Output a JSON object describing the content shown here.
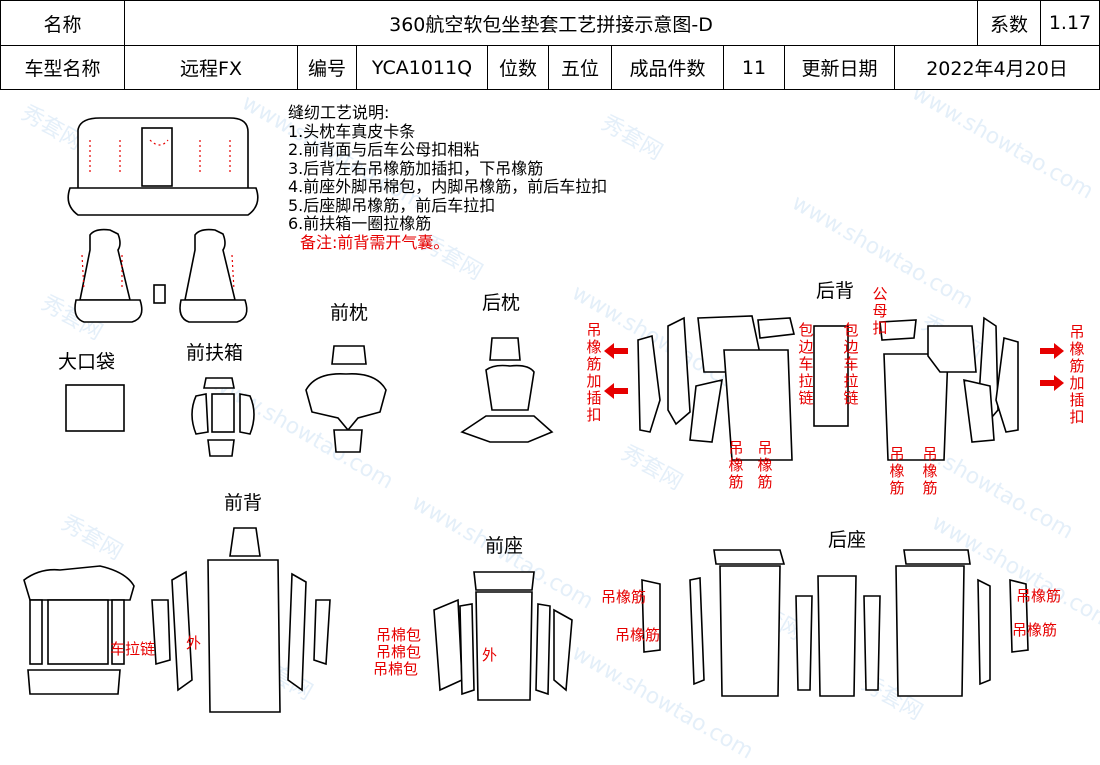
{
  "header": {
    "name_label": "名称",
    "title": "360航空软包坐垫套工艺拼接示意图-D",
    "coef_label": "系数",
    "coef_value": "1.17",
    "model_label": "车型名称",
    "model_value": "远程FX",
    "code_label": "编号",
    "code_value": "YCA1011Q",
    "seats_label": "位数",
    "seats_value": "五位",
    "pieces_label": "成品件数",
    "pieces_value": "11",
    "date_label": "更新日期",
    "date_value": "2022年4月20日"
  },
  "notes": {
    "title": "缝纫工艺说明:",
    "items": [
      "1.头枕车真皮卡条",
      "2.前背面与后车公母扣相粘",
      "3.后背左右吊橡筋加插扣，下吊橡筋",
      "4.前座外脚吊棉包，内脚吊橡筋，前后车拉扣",
      "5.后座脚吊橡筋，前后车拉扣",
      "6.前扶箱一圈拉橡筋"
    ],
    "remark": "备注:前背需开气囊。"
  },
  "sections": {
    "front_pillow": "前枕",
    "rear_pillow": "后枕",
    "rear_back": "后背",
    "big_pocket": "大口袋",
    "front_armrest": "前扶箱",
    "front_back": "前背",
    "front_seat": "前座",
    "rear_seat": "后座"
  },
  "annotations": {
    "rear_back_left": "吊橡筋加插扣",
    "rear_back_right": "吊橡筋加插扣",
    "bao_bian_che_la_lian": "包边车拉链",
    "gong_mu_kou": "公母扣",
    "hang_elastic": "吊橡筋",
    "car_zipper": "车拉链",
    "outer": "外",
    "hang_cotton": "吊棉包"
  },
  "watermarks": [
    "秀套网",
    "www.showtao.com"
  ],
  "colors": {
    "accent_red": "#e60000",
    "line": "#000000",
    "watermark": "#cfe3f5"
  }
}
